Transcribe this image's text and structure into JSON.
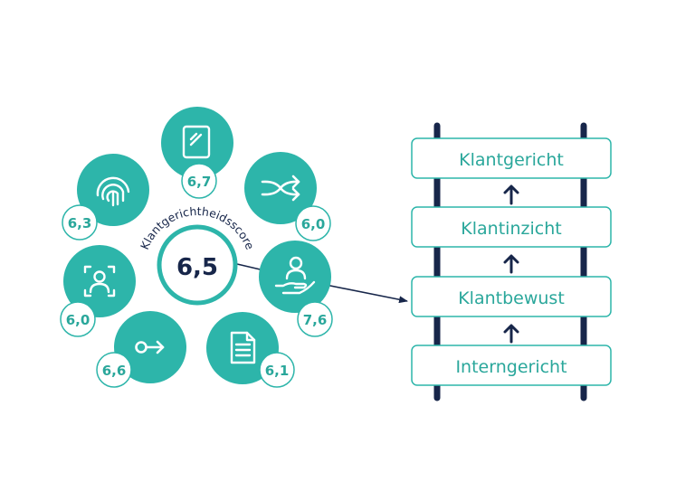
{
  "colors": {
    "teal": "#2db5aa",
    "navy": "#17264a",
    "teal_text": "#2aa79b",
    "white": "#ffffff"
  },
  "center": {
    "score": "6,5",
    "arc_label": "Klantgerichtheidsscore"
  },
  "dimensions": [
    {
      "icon": "tablet-icon",
      "score": "6,7"
    },
    {
      "icon": "exchange-icon",
      "score": "6,0"
    },
    {
      "icon": "hand-person-icon",
      "score": "7,6"
    },
    {
      "icon": "document-icon",
      "score": "6,1"
    },
    {
      "icon": "arrow-key-icon",
      "score": "6,6"
    },
    {
      "icon": "face-scan-icon",
      "score": "6,0"
    },
    {
      "icon": "fingerprint-icon",
      "score": "6,3"
    }
  ],
  "ladder": {
    "steps": [
      "Klantgericht",
      "Klantinzicht",
      "Klantbewust",
      "Interngericht"
    ]
  }
}
